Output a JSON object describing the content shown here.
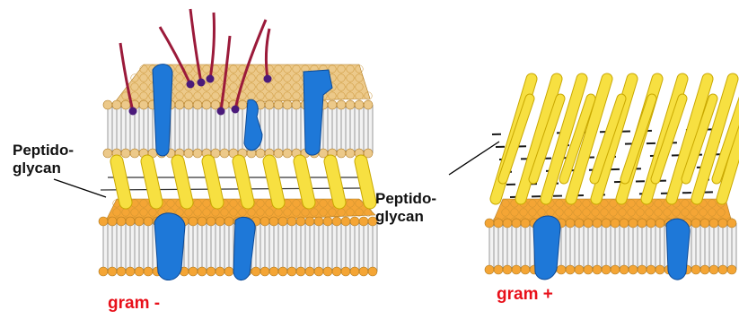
{
  "labels": {
    "gram_negative": {
      "peptidoglycan": "Peptido-\nglycan",
      "caption": "gram -"
    },
    "gram_positive": {
      "peptidoglycan": "Peptido-\nglycan",
      "caption": "gram +"
    }
  },
  "colors": {
    "caption": "#e8101a",
    "lipid_head_light": "#ecc98a",
    "lipid_head_orange": "#f4a535",
    "lipid_tail": "#9a9a9a",
    "protein": "#1e78d8",
    "peptidoglycan_strand": "#f7e041",
    "crosslink": "#1a1a1a",
    "lps_chain": "#9b1a3a",
    "lps_core": "#4a1a7a"
  }
}
